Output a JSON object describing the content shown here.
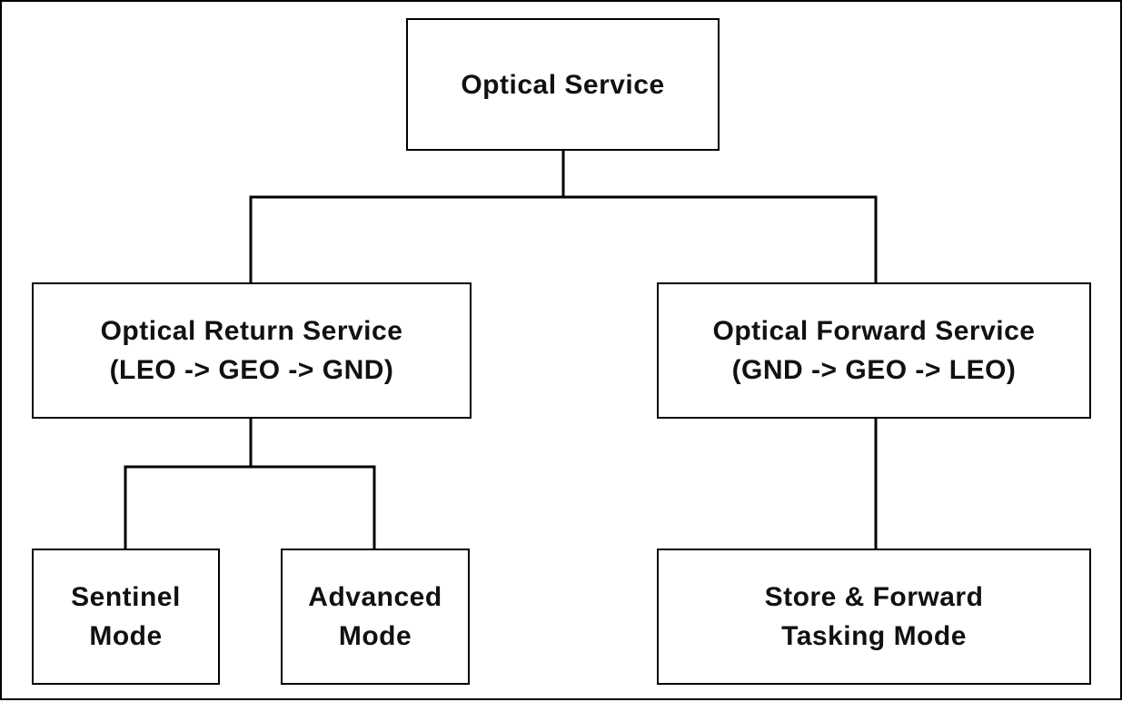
{
  "diagram": {
    "root": {
      "line1": "Optical Service"
    },
    "return_service": {
      "line1": "Optical Return Service",
      "line2": "(LEO -> GEO -> GND)"
    },
    "forward_service": {
      "line1": "Optical Forward Service",
      "line2": "(GND -> GEO -> LEO)"
    },
    "sentinel_mode": {
      "line1": "Sentinel",
      "line2": "Mode"
    },
    "advanced_mode": {
      "line1": "Advanced",
      "line2": "Mode"
    },
    "store_forward_mode": {
      "line1": "Store & Forward",
      "line2": "Tasking Mode"
    }
  }
}
